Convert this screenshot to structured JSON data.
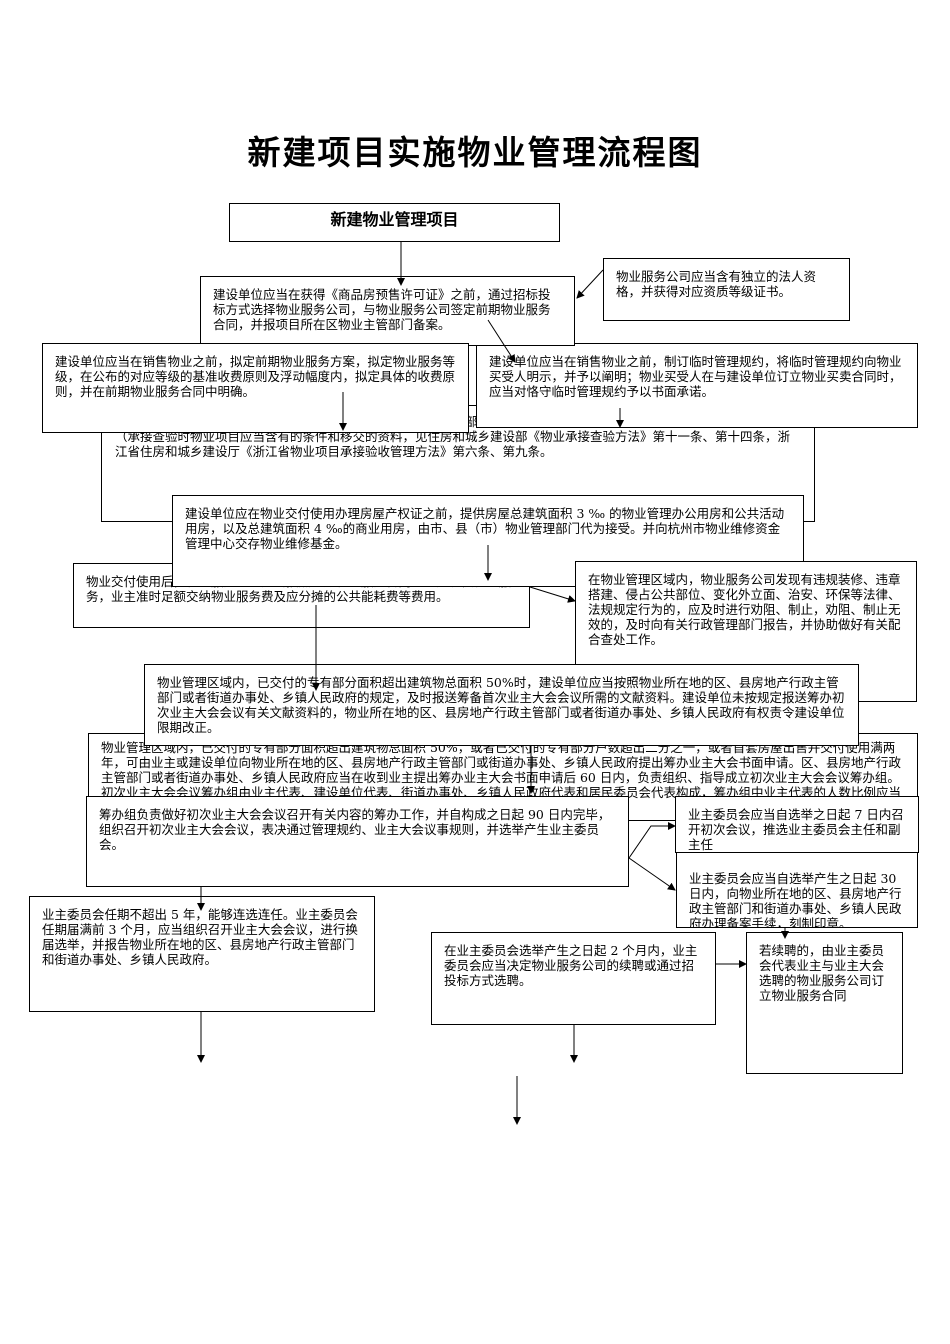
{
  "title": "新建项目实施物业管理流程图",
  "nodes": {
    "n_start": "新建物业管理项目",
    "n_select": "建设单位应当在获得《商品房预售许可证》之前，通过招标投标方式选择物业服务公司，与物业服务公司签定前期物业服务合同，并报项目所在区物业主管部门备案。",
    "n_qual": "物业服务公司应当含有独立的法人资格，并获得对应资质等级证书。",
    "n_rules": "建设单位应当在销售物业之前，制订临时管理规约，将临时管理规约向物业买受人明示，并予以阐明；物业买受人在与建设单位订立物业买卖合同时，应当对恪守临时管理规约予以书面承诺。",
    "n_fee": "建设单位应当在销售物业之前，拟定前期物业服务方案，拟定物业服务等级，在公布的对应等级的基准收费原则及浮动幅度内，拟定具体的收费原则，并在前期物业服务合同中明确。",
    "n_handover": "物业服务公司应当与建设单位办理承接查验手续，移交物业共用部位、共用设施设备、共用场地、物业管理用房和有关资料（承接查验时物业项目应当含有的条件和移交的资料，见住房和城乡建设部《物业承接查验方法》第十一条、第十四条，浙江省住房和城乡建设厅《浙江省物业项目承接验收管理方法》第六条、第九条。",
    "n_house": "建设单位应在物业交付使用办理房屋产权证之前，提供房屋总建筑面积 3 ‰ 的物业管理办公用房和公共活动用房，以及总建筑面积 4 ‰的商业用房，由市、县（市）物业管理部门代为接受。并向杭州市物业维修资金管理中心交存物业维修基金。",
    "n_pay": "物业交付使用后，物业服务公司应当按照前期物业服务合同的约定提供物业服务，业主准时足额交纳物业服务费及应分摊的公共能耗费等费用。",
    "n_violation": "在物业管理区域内，物业服务公司发现有违规装修、违章搭建、侵占公共部位、变化外立面、治安、环保等法律、法规规定行为的，应及时进行劝阻、制止，劝阻、制止无效的，及时向有关行政管理部门报告，并协助做好有关配合查处工作。",
    "n_area": "物业管理区域内，已交付的专有部分面积超出建筑物总面积 50%时，建设单位应当按照物业所在地的区、县房地产行政主管部门或者街道办事处、乡镇人民政府的规定，及时报送筹备首次业主大会会议所需的文献资料。建设单位未按规定报送筹办初次业主大会会议有关文献资料的，物业所在地的区、县房地产行政主管部门或者街道办事处、乡镇人民政府有权责令建设单位限期改正。",
    "n_conditions": "物业管理区域内，已交付的专有部分面积超出建筑物总面积 50%，或者已交付的专有部分户数超出二分之一，或者首套房屋出售并交付使用满两年，可由业主或建设单位向物业所在地的区、县房地产行政主管部门或街道办事处、乡镇人民政府提出筹办业主大会书面申请。区、县房地产行政主管部门或者街道办事处、乡镇人民政府应当在收到业主提出筹办业主大会书面申请后 60 日内，负责组织、指导成立初次业主大会会议筹办组。初次业主大会会议筹办组由业主代表、建设单位代表、街道办事处、乡镇人民政府代表和居民委员会代表构成，筹办组中业主代表的人数比例应当不小于筹办组总人数的二分之一。",
    "n_prep": "筹办组负责做好初次业主大会会议召开有关内容的筹办工作，并自构成之日起 90 日内完毕，组织召开初次业主大会会议，表决通过管理规约、业主大会议事规则，并选举产生业主委员会。",
    "n_first_meeting": "业主委员会应当自选举之日起 7 日内召开初次会议，推选业主委员会主任和副主任",
    "n_term": "业主委员会任期不超出 5 年，能够连选连任。业主委员会任期届满前 3 个月，应当组织召开业主大会会议，进行换届选举，并报告物业所在地的区、县房地产行政主管部门和街道办事处、乡镇人民政府。",
    "n_filing": "业主委员会应当自选举产生之日起 30 日内，向物业所在地的区、县房地产行政主管部门和街道办事处、乡镇人民政府办理备案手续，刻制印章。",
    "n_renew": "在业主委员会选举产生之日起 2 个月内，业主委员会应当决定物业服务公司的续聘或通过招投标方式选聘。",
    "n_contract": "若续聘的，由业主委员会代表业主与业主大会选聘的物业服务公司订立物业服务合同"
  }
}
